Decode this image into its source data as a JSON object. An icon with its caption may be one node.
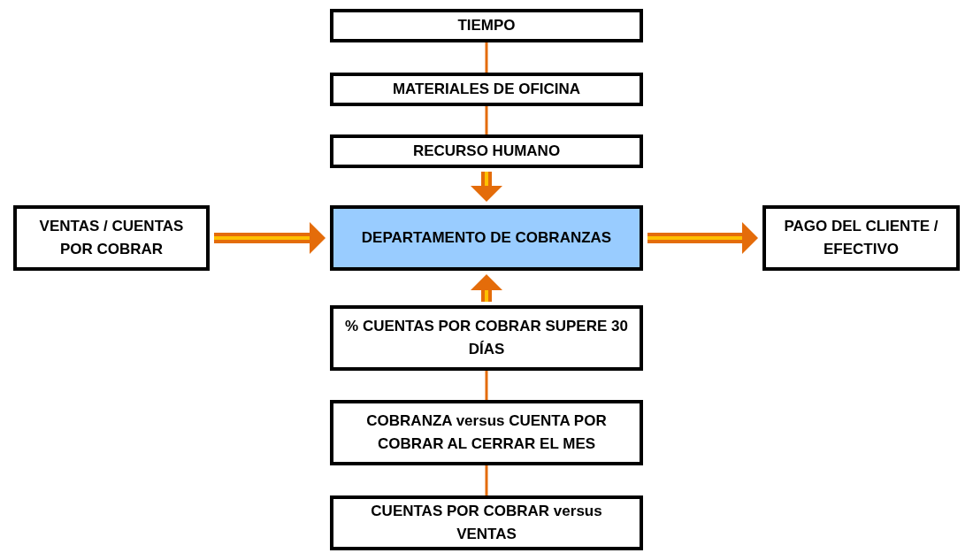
{
  "diagram": {
    "nodes": [
      {
        "text": [
          "TIEMPO"
        ]
      },
      {
        "text": [
          "MATERIALES DE OFICINA"
        ]
      },
      {
        "text": [
          "RECURSO HUMANO"
        ]
      },
      {
        "text": [
          "DEPARTAMENTO DE COBRANZAS"
        ]
      },
      {
        "text": [
          "VENTAS / CUENTAS POR COBRAR"
        ]
      },
      {
        "text": [
          "PAGO DEL CLIENTE / EFECTIVO"
        ]
      },
      {
        "text": [
          "% CUENTAS POR COBRAR SUPERE 30 DÍAS"
        ]
      },
      {
        "text": [
          "COBRANZA versus CUENTA POR COBRAR AL CERRAR EL MES"
        ]
      },
      {
        "text": [
          "CUENTAS POR COBRAR versus VENTAS"
        ]
      }
    ],
    "edges": [
      {
        "from": 0,
        "to": 1,
        "arrow": "none"
      },
      {
        "from": 1,
        "to": 2,
        "arrow": "none"
      },
      {
        "from": 2,
        "to": 3,
        "arrow": "to",
        "style": "thick"
      },
      {
        "from": 4,
        "to": 3,
        "arrow": "to",
        "style": "thick"
      },
      {
        "from": 3,
        "to": 5,
        "arrow": "to",
        "style": "thick"
      },
      {
        "from": 6,
        "to": 3,
        "arrow": "to",
        "style": "thick"
      },
      {
        "from": 6,
        "to": 7,
        "arrow": "none"
      },
      {
        "from": 7,
        "to": 8,
        "arrow": "none"
      }
    ]
  }
}
